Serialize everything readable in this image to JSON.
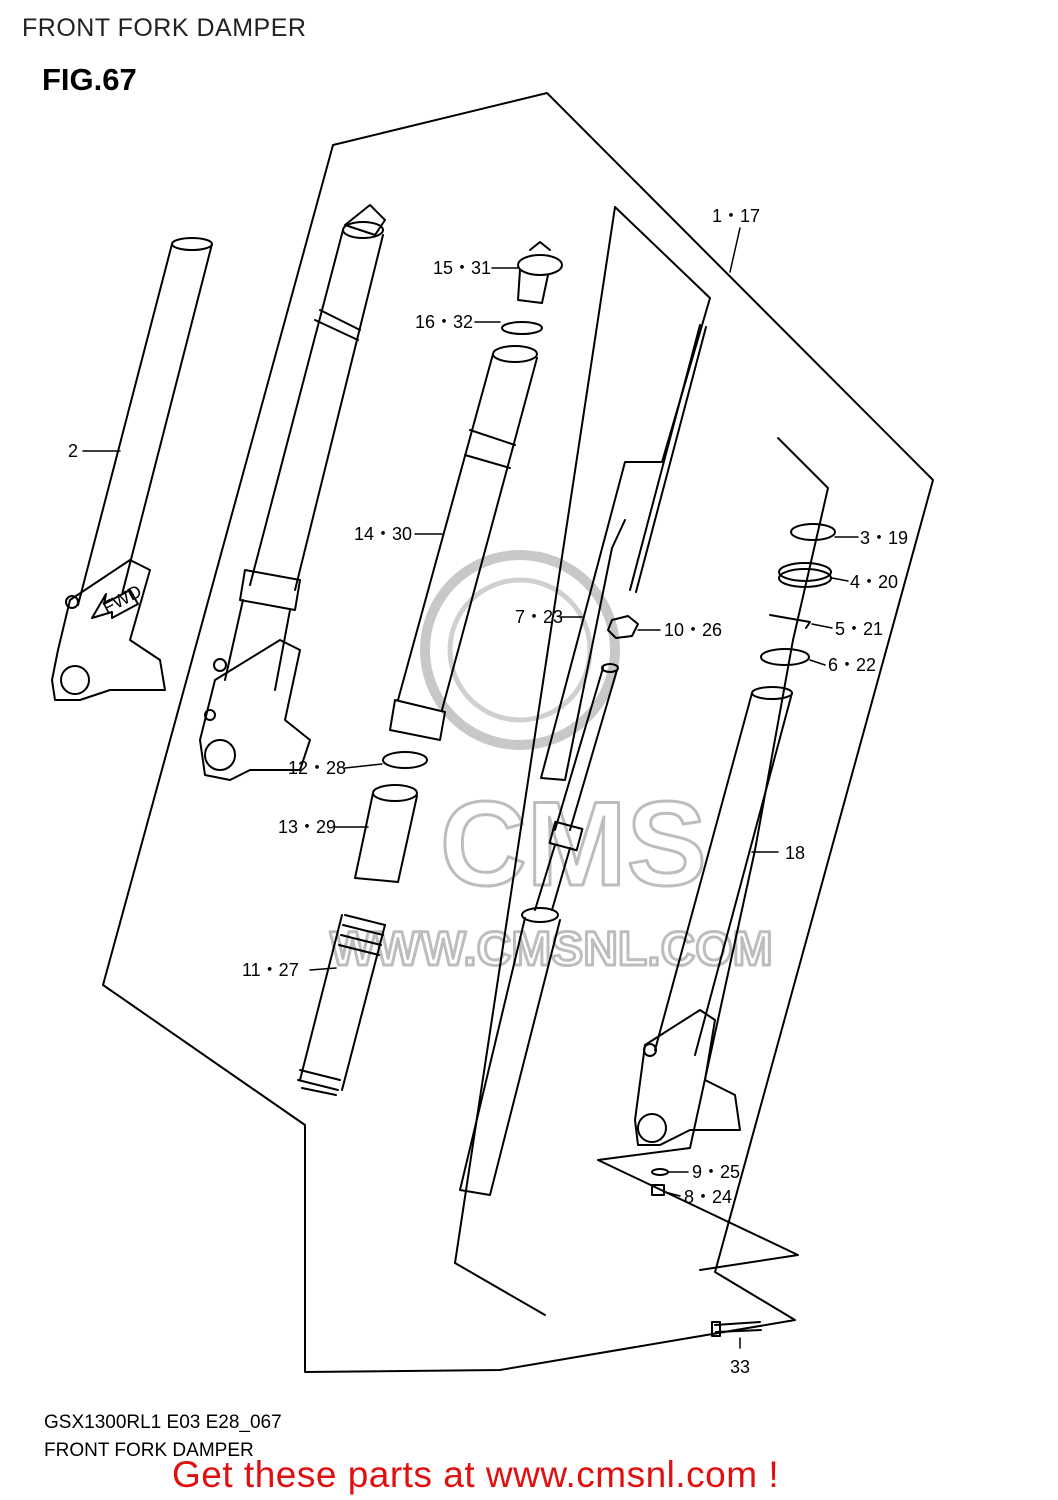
{
  "header": {
    "title": "FRONT FORK DAMPER"
  },
  "figure": {
    "label": "FIG.67"
  },
  "parts": [
    {
      "id": "callout-1-17",
      "text": "1・17"
    },
    {
      "id": "callout-2",
      "text": "2"
    },
    {
      "id": "callout-3-19",
      "text": "3・19"
    },
    {
      "id": "callout-4-20",
      "text": "4・20"
    },
    {
      "id": "callout-5-21",
      "text": "5・21"
    },
    {
      "id": "callout-6-22",
      "text": "6・22"
    },
    {
      "id": "callout-7-23",
      "text": "7・23"
    },
    {
      "id": "callout-8-24",
      "text": "8・24"
    },
    {
      "id": "callout-9-25",
      "text": "9・25"
    },
    {
      "id": "callout-10-26",
      "text": "10・26"
    },
    {
      "id": "callout-11-27",
      "text": "11・27"
    },
    {
      "id": "callout-12-28",
      "text": "12・28"
    },
    {
      "id": "callout-13-29",
      "text": "13・29"
    },
    {
      "id": "callout-14-30",
      "text": "14・30"
    },
    {
      "id": "callout-15-31",
      "text": "15・31"
    },
    {
      "id": "callout-16-32",
      "text": "16・32"
    },
    {
      "id": "callout-18",
      "text": "18"
    },
    {
      "id": "callout-33",
      "text": "33"
    }
  ],
  "fwd_arrow": {
    "text": "FWD"
  },
  "watermark": {
    "brand": "CMS",
    "url": "WWW.CMSNL.COM"
  },
  "footer": {
    "code": "GSX1300RL1 E03 E28_067",
    "title": "FRONT FORK DAMPER",
    "cta": "Get these parts at www.cmsnl.com !"
  },
  "colors": {
    "line": "#000000",
    "cta": "#e01010",
    "watermark": "#bdbdbd"
  }
}
